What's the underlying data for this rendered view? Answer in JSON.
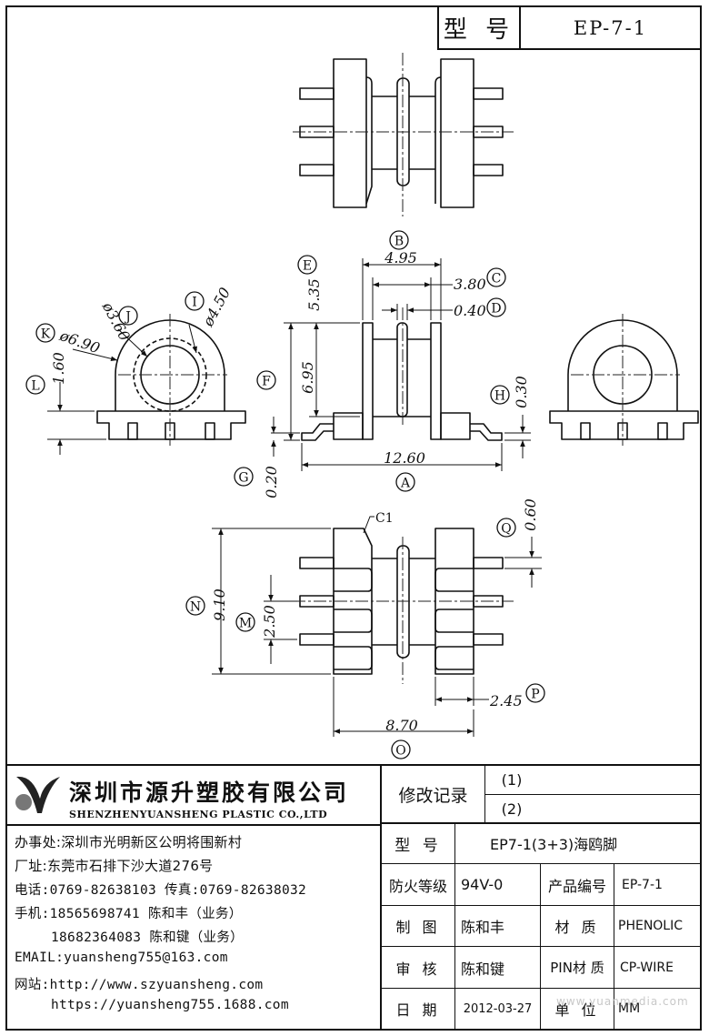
{
  "model_header": {
    "label": "型 号",
    "value": "EP-7-1"
  },
  "dimensions": {
    "A": {
      "letter": "A",
      "value": "12.60"
    },
    "B": {
      "letter": "B",
      "value": "4.95"
    },
    "C": {
      "letter": "C",
      "value": "3.80"
    },
    "D": {
      "letter": "D",
      "value": "0.40"
    },
    "E": {
      "letter": "E",
      "value": "5.35"
    },
    "F": {
      "letter": "F",
      "value": "6.95"
    },
    "G": {
      "letter": "G",
      "value": "0.20"
    },
    "H": {
      "letter": "H",
      "value": "0.30"
    },
    "I": {
      "letter": "I",
      "value": "ø4.50"
    },
    "J": {
      "letter": "J",
      "value": "ø3.60"
    },
    "K": {
      "letter": "K",
      "value": "ø6.90"
    },
    "L": {
      "letter": "L",
      "value": "1.60"
    },
    "M": {
      "letter": "M",
      "value": "2.50"
    },
    "N": {
      "letter": "N",
      "value": "9.10"
    },
    "O": {
      "letter": "O",
      "value": "8.70"
    },
    "P": {
      "letter": "P",
      "value": "2.45"
    },
    "Q": {
      "letter": "Q",
      "value": "0.60"
    },
    "chamfer": "C1"
  },
  "company": {
    "name_cn": "深圳市源升塑胶有限公司",
    "name_en": "SHENZHENYUANSHENG PLASTIC CO.,LTD",
    "office": "办事处:深圳市光明新区公明将围新村",
    "factory": "厂址:东莞市石排下沙大道276号",
    "phone": "电话:0769-82638103 传真:0769-82638032",
    "mobile1": "手机:18565698741 陈和丰（业务）",
    "mobile2": "18682364083 陈和键（业务）",
    "email": "EMAIL:yuansheng755@163.com",
    "website": "网站:http://www.szyuansheng.com",
    "website2": "https://yuansheng755.1688.com"
  },
  "title_block": {
    "revision_label": "修改记录",
    "revision_1": "(1)",
    "revision_2": "(2)",
    "model_label": "型 号",
    "model_value": "EP7-1(3+3)海鸥脚",
    "fire_label": "防火等级",
    "fire_value": "94V-0",
    "product_no_label": "产品编号",
    "product_no_value": "EP-7-1",
    "drawn_label": "制 图",
    "drawn_value": "陈和丰",
    "material_label": "材 质",
    "material_value": "PHENOLIC",
    "check_label": "审 核",
    "check_value": "陈和键",
    "pin_material_label": "PIN材 质",
    "pin_material_value": "CP-WIRE",
    "date_label": "日 期",
    "date_value": "2012-03-27",
    "unit_label": "单 位",
    "unit_value": "MM"
  },
  "watermark": "www.yuanmedia.com",
  "colors": {
    "ink": "#111111",
    "hidden_line": "#222222"
  }
}
